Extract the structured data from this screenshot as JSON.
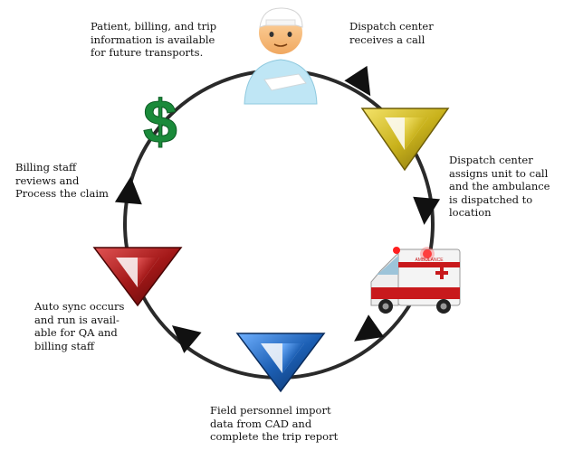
{
  "steps": {
    "patient_info": "Patient, billing, and trip\ninformation is available\nfor future transports.",
    "dispatch_receives": "Dispatch center\nreceives a call",
    "dispatch_assigns": "Dispatch center\nassigns unit to call\nand the ambulance\nis dispatched to\nlocation",
    "field_import": "Field personnel import\ndata from CAD and\ncomplete the trip report",
    "auto_sync": "Auto sync occurs\nand run is avail-\nable for QA and\nbilling staff",
    "billing_review": "Billing staff\nreviews and\nProcess the claim"
  },
  "icons": {
    "dollar_symbol": "$",
    "ambulance_sign": "AMBULANCE"
  },
  "colors": {
    "cycle_ring": "#2a2a2a",
    "gold_logo": "#c9b21c",
    "blue_logo": "#1c5fb4",
    "red_logo": "#a31818",
    "dollar_green": "#1a8a3a",
    "ambulance_red": "#c8191c"
  }
}
